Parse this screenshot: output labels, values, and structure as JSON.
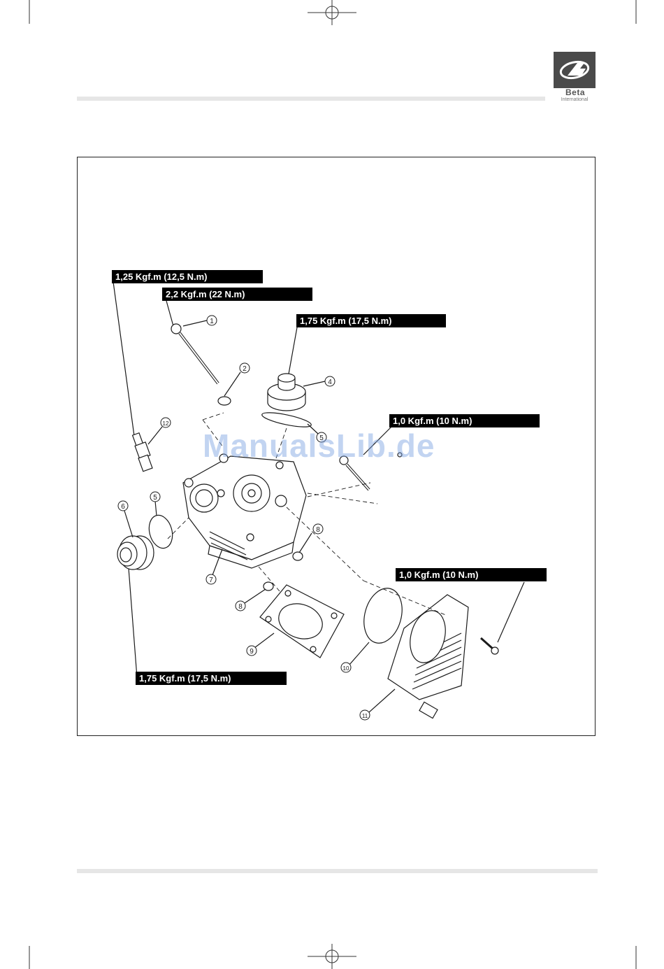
{
  "header": {
    "logo_word": "Beta",
    "logo_sub": "International"
  },
  "watermark": "ManualsLib.de",
  "torque_labels": [
    "1,25 Kgf.m (12,5 N.m)",
    "2,2 Kgf.m (22 N.m)",
    "1,75 Kgf.m (17,5 N.m)",
    "1,0 Kgf.m (10 N.m)",
    "1,0 Kgf.m (10 N.m)",
    "1,75 Kgf.m (17,5 N.m)"
  ],
  "callouts": [
    "1",
    "2",
    "4",
    "5",
    "12",
    "5",
    "6",
    "8",
    "7",
    "8",
    "9",
    "10",
    "11"
  ],
  "colors": {
    "ink": "#1a1a1a",
    "label_bg": "#000000",
    "watermark": "#78a0e1",
    "rule": "#e6e6e6"
  }
}
